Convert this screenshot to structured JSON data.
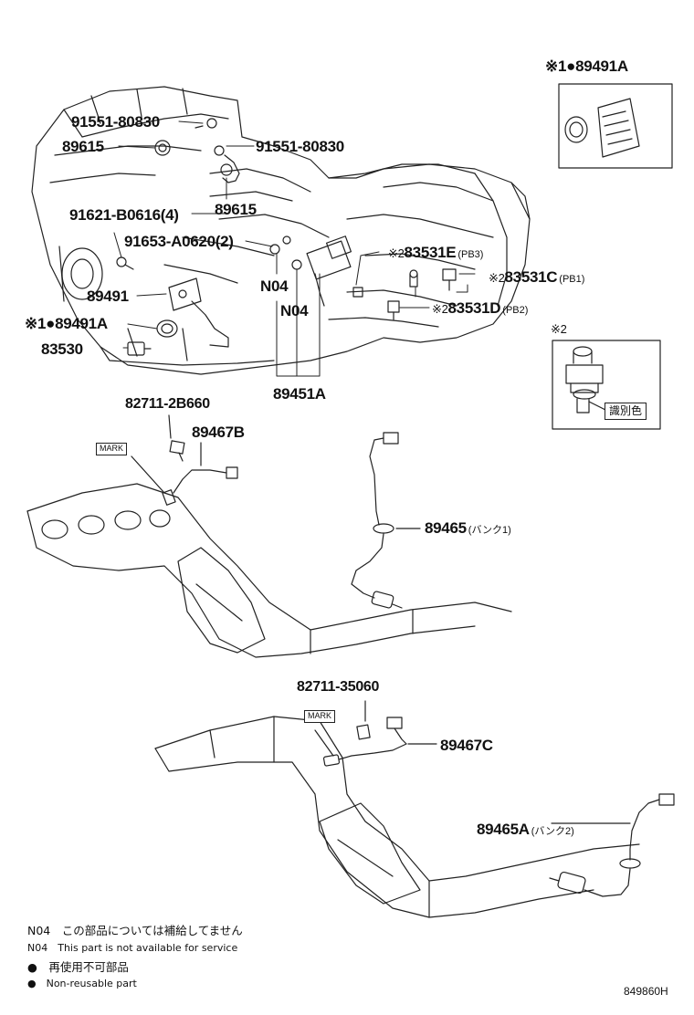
{
  "parts": {
    "p_89491a_box": "※1●89491A",
    "p_91551_top": "91551-80830",
    "p_89615_left": "89615",
    "p_91551_right": "91551-80830",
    "p_89615_mid": "89615",
    "p_91621": "91621-B0616(4)",
    "p_91653": "91653-A0620(2)",
    "p_83531e": "83531E",
    "p_83531e_sub": "(PB3)",
    "p_83531c": "83531C",
    "p_83531c_sub": "(PB1)",
    "p_83531d": "83531D",
    "p_83531d_sub": "(PB2)",
    "p_n04_a": "N04",
    "p_n04_b": "N04",
    "p_89491": "89491",
    "p_89491a_left": "※1●89491A",
    "p_83530": "83530",
    "p_89451a": "89451A",
    "p_ref2_box": "※2",
    "p_82711_2b660": "82711-2B660",
    "p_89467b": "89467B",
    "p_89465": "89465",
    "p_89465_sub": "(バンク1)",
    "p_82711_35060": "82711-35060",
    "p_89467c": "89467C",
    "p_89465a": "89465A",
    "p_89465a_sub": "(バンク2)",
    "mark_label": "MARK",
    "id_color_label": "識別色",
    "ref2": "※2"
  },
  "notes": {
    "n04_jp": "N04　この部品については補給してません",
    "n04_en": "N04　This part is not available for service",
    "nonreuse_jp": "●　再使用不可部品",
    "nonreuse_en": "●　Non-reusable part"
  },
  "drawing_code": "849860H"
}
